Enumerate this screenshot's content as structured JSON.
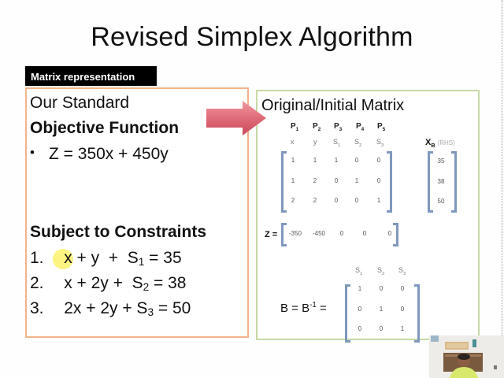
{
  "slide": {
    "title": "Revised Simplex Algorithm",
    "section_tag": "Matrix representation"
  },
  "left_panel": {
    "heading": "Our Standard",
    "objective_heading": "Objective Function",
    "objective_bullet": "•",
    "objective": "Z = 350x + 450y",
    "constraints_heading": "Subject to Constraints",
    "constraints": [
      {
        "num": "1.",
        "lhs": "x + y  +  S",
        "sub": "1",
        "rhs": " = 35"
      },
      {
        "num": "2.",
        "lhs": "x + 2y +  S",
        "sub": "2",
        "rhs": " = 38"
      },
      {
        "num": "3.",
        "lhs": "2x + 2y + S",
        "sub": "3",
        "rhs": " = 50"
      }
    ]
  },
  "right_panel": {
    "title": "Original/Initial Matrix",
    "column_headers": [
      {
        "p": "P",
        "sub": "1"
      },
      {
        "p": "P",
        "sub": "2"
      },
      {
        "p": "P",
        "sub": "3"
      },
      {
        "p": "P",
        "sub": "4"
      },
      {
        "p": "P",
        "sub": "5"
      }
    ],
    "column_vars": [
      {
        "v": "x",
        "sub": ""
      },
      {
        "v": "y",
        "sub": ""
      },
      {
        "v": "S",
        "sub": "1"
      },
      {
        "v": "S",
        "sub": "2"
      },
      {
        "v": "S",
        "sub": "3"
      }
    ],
    "A_matrix": [
      [
        "1",
        "1",
        "1",
        "0",
        "0"
      ],
      [
        "1",
        "2",
        "0",
        "1",
        "0"
      ],
      [
        "2",
        "2",
        "0",
        "0",
        "1"
      ]
    ],
    "xb_label": "X",
    "xb_sub": "B",
    "xb_note": "(RHS)",
    "xb_values": [
      "35",
      "38",
      "50"
    ],
    "z_label": "Z =",
    "z_row": [
      "-350",
      "-450",
      "0",
      "0",
      "0"
    ],
    "b_label": "B = B",
    "b_sup": "-1",
    "b_eq": " =",
    "b_cols": [
      {
        "v": "S",
        "sub": "1"
      },
      {
        "v": "S",
        "sub": "2"
      },
      {
        "v": "S",
        "sub": "3"
      }
    ],
    "b_matrix": [
      [
        "1",
        "0",
        "0"
      ],
      [
        "0",
        "1",
        "0"
      ],
      [
        "0",
        "0",
        "1"
      ]
    ]
  },
  "colors": {
    "left_border": "#f1b48a",
    "right_border": "#c6d9a5",
    "bracket": "#7f98bd",
    "arrow": "#e06b78",
    "tag_bg": "#000000"
  }
}
